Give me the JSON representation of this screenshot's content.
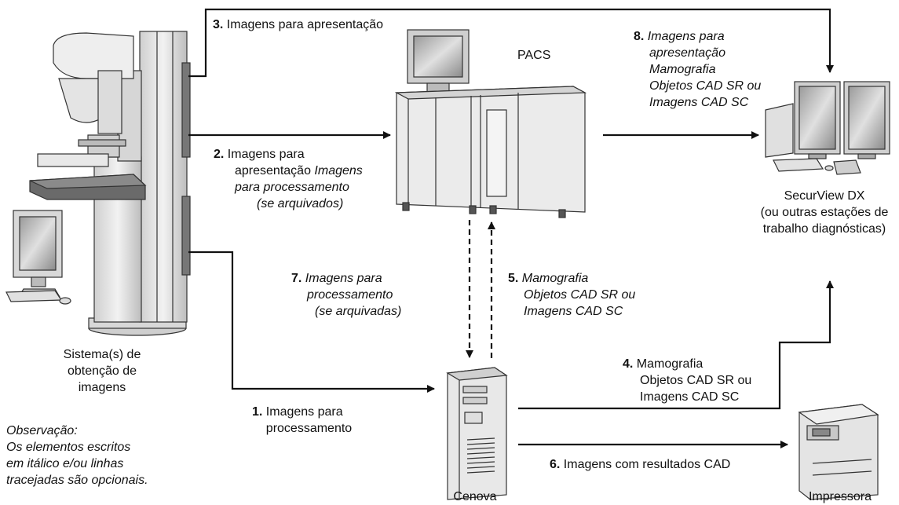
{
  "devices": {
    "acquisition": "Sistema(s) de\nobtenção de\nimagens",
    "pacs": "PACS",
    "cenova": "Cenova",
    "securview": "SecurView DX\n(ou outras estações de\ntrabalho diagnósticas)",
    "printer": "Impressora"
  },
  "flows": {
    "f1": {
      "num": "1.",
      "text": "Imagens para\nprocessamento"
    },
    "f2": {
      "num": "2.",
      "text1": "Imagens para",
      "text2": "apresentação",
      "text3_italic": "Imagens",
      "text4_italic": "para processamento",
      "text5_italic": "(se arquivados)"
    },
    "f3": {
      "num": "3.",
      "text": "Imagens para apresentação"
    },
    "f4": {
      "num": "4.",
      "line1": "Mamografia",
      "line2": "Objetos CAD SR ou",
      "line3": "Imagens CAD SC"
    },
    "f5": {
      "num": "5.",
      "line1": "Mamografia",
      "line2": "Objetos CAD SR ou",
      "line3": "Imagens CAD SC"
    },
    "f6": {
      "num": "6.",
      "text": "Imagens com resultados CAD"
    },
    "f7": {
      "num": "7.",
      "line1": "Imagens para",
      "line2": "processamento",
      "line3": "(se arquivadas)"
    },
    "f8": {
      "num": "8.",
      "line1": "Imagens para",
      "line2": "apresentação",
      "line3": "Mamografia",
      "line4": "Objetos CAD SR ou",
      "line5": "Imagens CAD SC"
    }
  },
  "note": {
    "title": "Observação:",
    "body": "Os elementos escritos\nem itálico e/ou linhas\ntracejadas são opcionais."
  }
}
